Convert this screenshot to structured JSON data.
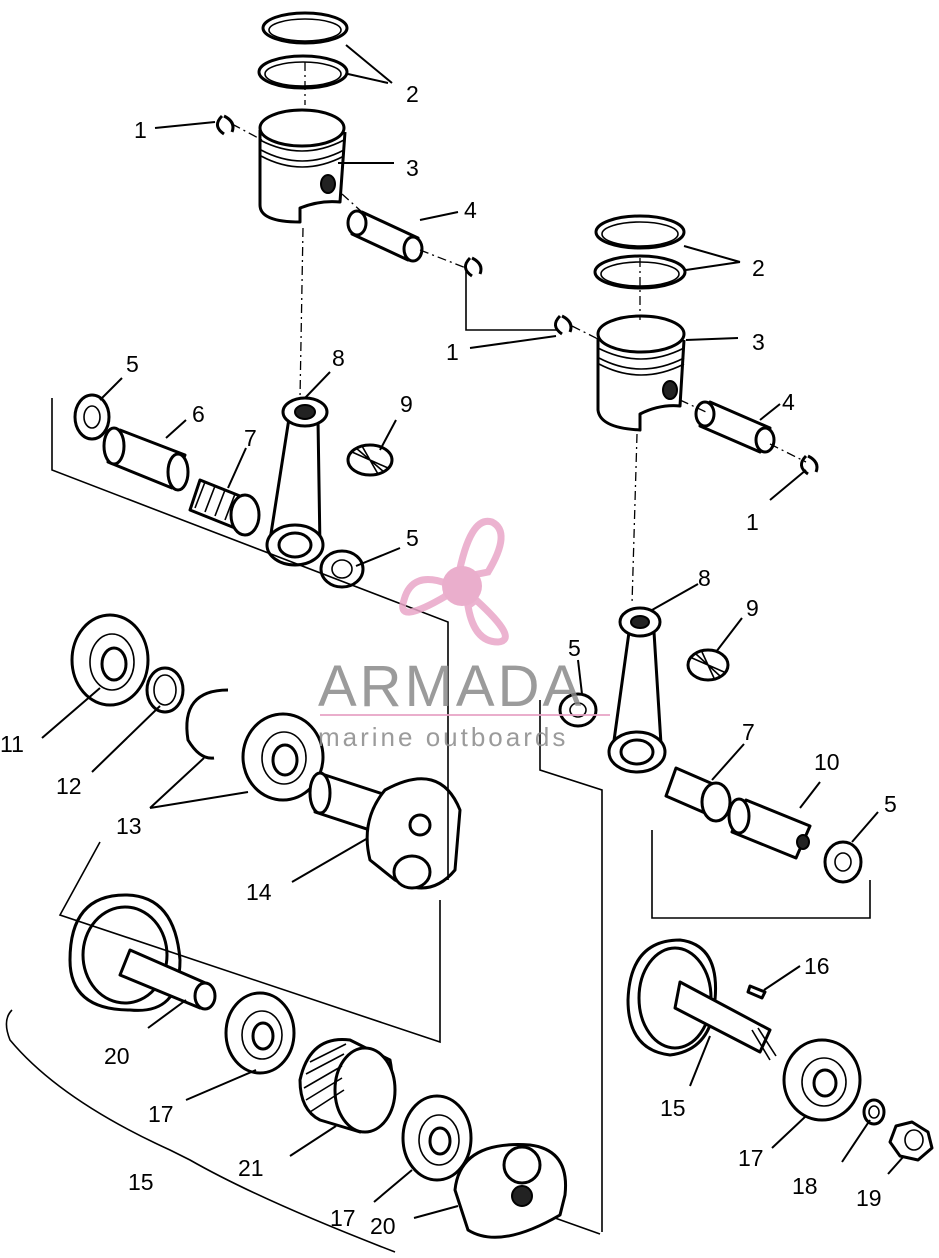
{
  "watermark": {
    "brand": "ARMADA",
    "tagline": "marine outboards",
    "logo_icon": "propeller-icon",
    "colors": {
      "logo": "#e9a6c8",
      "logo_hub": "#e7a0c4",
      "text": "#8a8a8a",
      "rule": "#e7a0c4"
    }
  },
  "callouts": {
    "c1a": "1",
    "c1b": "1",
    "c1c": "1",
    "c2a": "2",
    "c2b": "2",
    "c3a": "3",
    "c3b": "3",
    "c4a": "4",
    "c4b": "4",
    "c5a": "5",
    "c5b": "5",
    "c5c": "5",
    "c5d": "5",
    "c6": "6",
    "c7a": "7",
    "c7b": "7",
    "c8a": "8",
    "c8b": "8",
    "c9a": "9",
    "c9b": "9",
    "c10": "10",
    "c11": "11",
    "c12": "12",
    "c13": "13",
    "c14": "14",
    "c15a": "15",
    "c15b": "15",
    "c16": "16",
    "c17a": "17",
    "c17b": "17",
    "c17c": "17",
    "c18": "18",
    "c19": "19",
    "c20a": "20",
    "c20b": "20",
    "c21": "21"
  }
}
